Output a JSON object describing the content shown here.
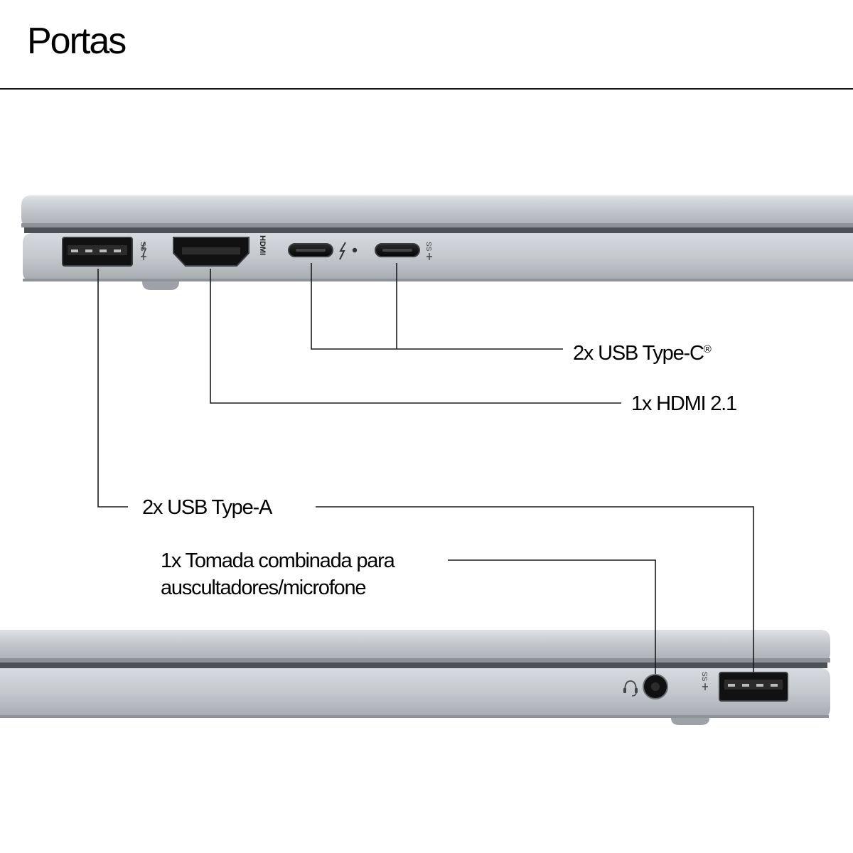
{
  "title": "Portas",
  "labels": {
    "usb_type_c": "2x USB Type-C",
    "usb_type_c_mark": "®",
    "hdmi": "1x HDMI 2.1",
    "usb_type_a": "2x USB Type-A",
    "combo_jack_line1": "1x Tomada combinada para",
    "combo_jack_line2": "auscultadores/microfone"
  },
  "port_markings": {
    "hdmi": "HDMI",
    "superspeed": "SS"
  },
  "icons": [
    "usb-superspeed-icon",
    "thunderbolt-icon",
    "power-delivery-icon",
    "headset-icon",
    "charging-bolt-icon"
  ],
  "colors": {
    "chassis_light": "#c9ccd1",
    "chassis_mid": "#aeb2b8",
    "chassis_dark": "#5e6268",
    "port_black": "#111111",
    "leader_line": "#1a1a1a"
  }
}
